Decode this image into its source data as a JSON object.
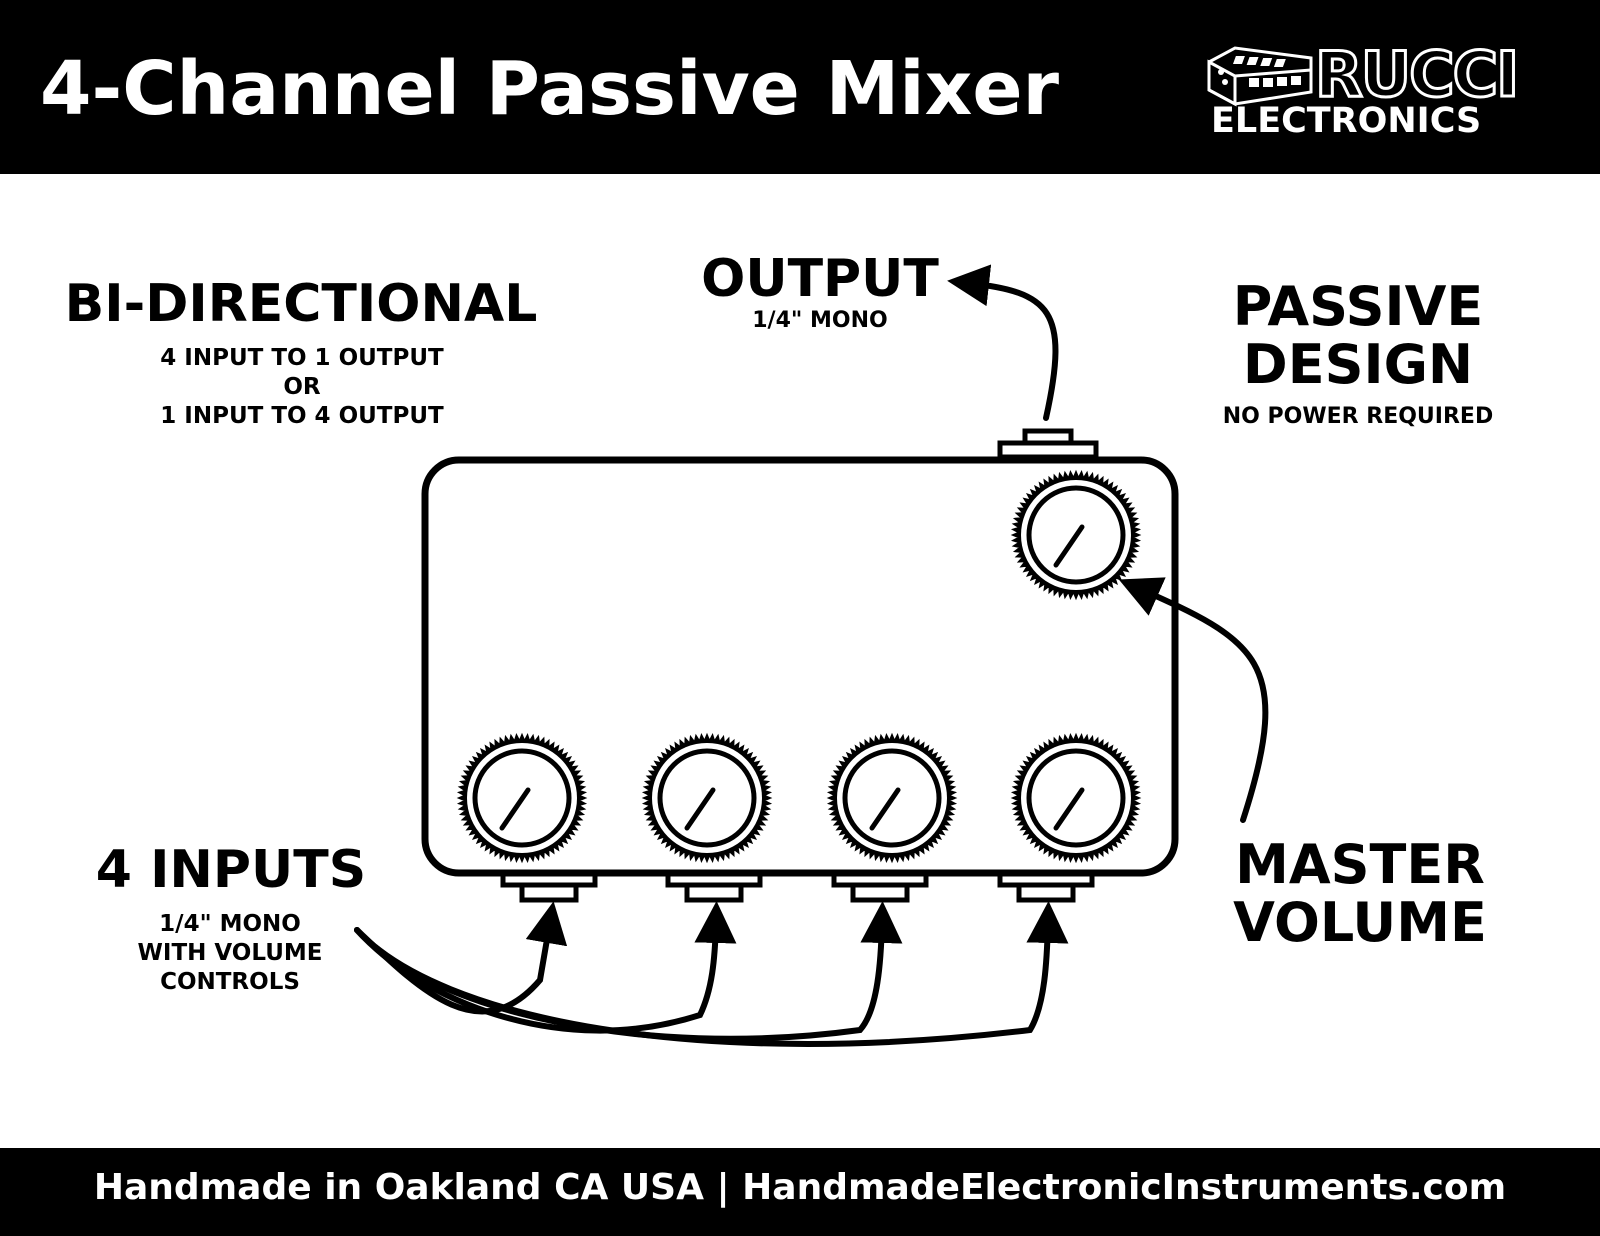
{
  "header": {
    "title": "4-Channel Passive Mixer",
    "logo_word": "RUCCI",
    "logo_sub": "ELECTRONICS"
  },
  "labels": {
    "bidirectional": {
      "heading": "BI-DIRECTIONAL",
      "lines": [
        "4 INPUT TO 1 OUTPUT",
        "OR",
        "1 INPUT TO 4 OUTPUT"
      ]
    },
    "output": {
      "heading": "OUTPUT",
      "sub": "1/4\" MONO"
    },
    "passive": {
      "heading_lines": [
        "PASSIVE",
        "DESIGN"
      ],
      "sub": "NO POWER REQUIRED"
    },
    "inputs": {
      "heading": "4 INPUTS",
      "lines": [
        "1/4\" MONO",
        "WITH VOLUME",
        "CONTROLS"
      ]
    },
    "master": {
      "heading_lines": [
        "MASTER",
        "VOLUME"
      ]
    }
  },
  "footer": {
    "text": "Handmade in Oakland CA USA | HandmadeElectronicInstruments.com"
  },
  "colors": {
    "ink": "#000000",
    "paper": "#ffffff"
  }
}
